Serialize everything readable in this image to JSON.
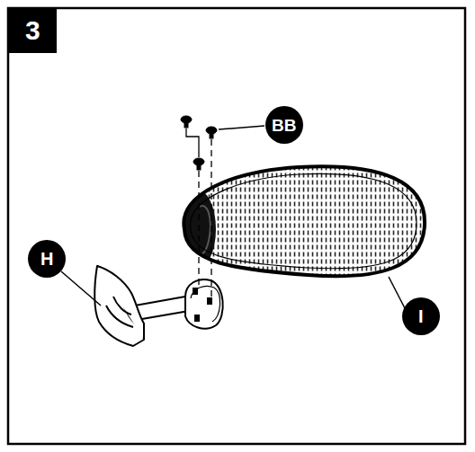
{
  "diagram": {
    "labels": [
      "3",
      "BB",
      "H",
      "I"
    ]
  }
}
